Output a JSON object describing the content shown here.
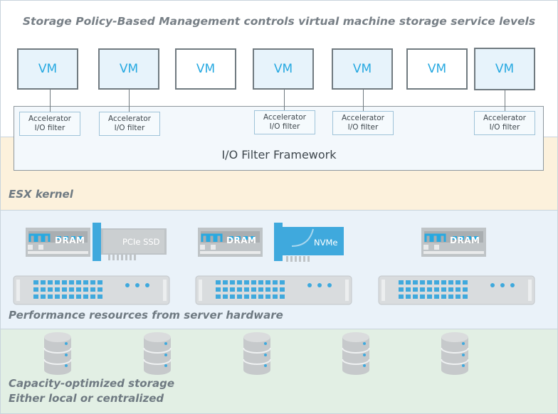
{
  "title": "Storage Policy-Based Management controls virtual machine storage service levels",
  "vms": [
    {
      "label": "VM",
      "style": "tinted"
    },
    {
      "label": "VM",
      "style": "tinted"
    },
    {
      "label": "VM",
      "style": "plain"
    },
    {
      "label": "VM",
      "style": "tinted"
    },
    {
      "label": "VM",
      "style": "tinted"
    },
    {
      "label": "VM",
      "style": "plain"
    },
    {
      "label": "VM",
      "style": "tinted"
    }
  ],
  "filters": [
    {
      "line1": "Accelerator",
      "line2": "I/O filter"
    },
    {
      "line1": "Accelerator",
      "line2": "I/O filter"
    },
    {
      "line1": "Accelerator",
      "line2": "I/O filter"
    },
    {
      "line1": "Accelerator",
      "line2": "I/O filter"
    },
    {
      "line1": "Accelerator",
      "line2": "I/O filter"
    }
  ],
  "framework_label": "I/O Filter Framework",
  "kernel_label": "ESX kernel",
  "hardware": {
    "dram_label": "DRAM",
    "pcie_label": "PCIe SSD",
    "nvme_label": "NVMe",
    "caption": "Performance resources from server hardware"
  },
  "capacity": {
    "line1": "Capacity-optimized storage",
    "line2": "Either local or centralized"
  },
  "colors": {
    "accent_blue": "#27a9e1",
    "kernel_band": "#fcf1dc",
    "perf_band": "#eaf2f9",
    "capacity_band": "#e2efe4",
    "hardware_gray": "#bfc4c7"
  }
}
